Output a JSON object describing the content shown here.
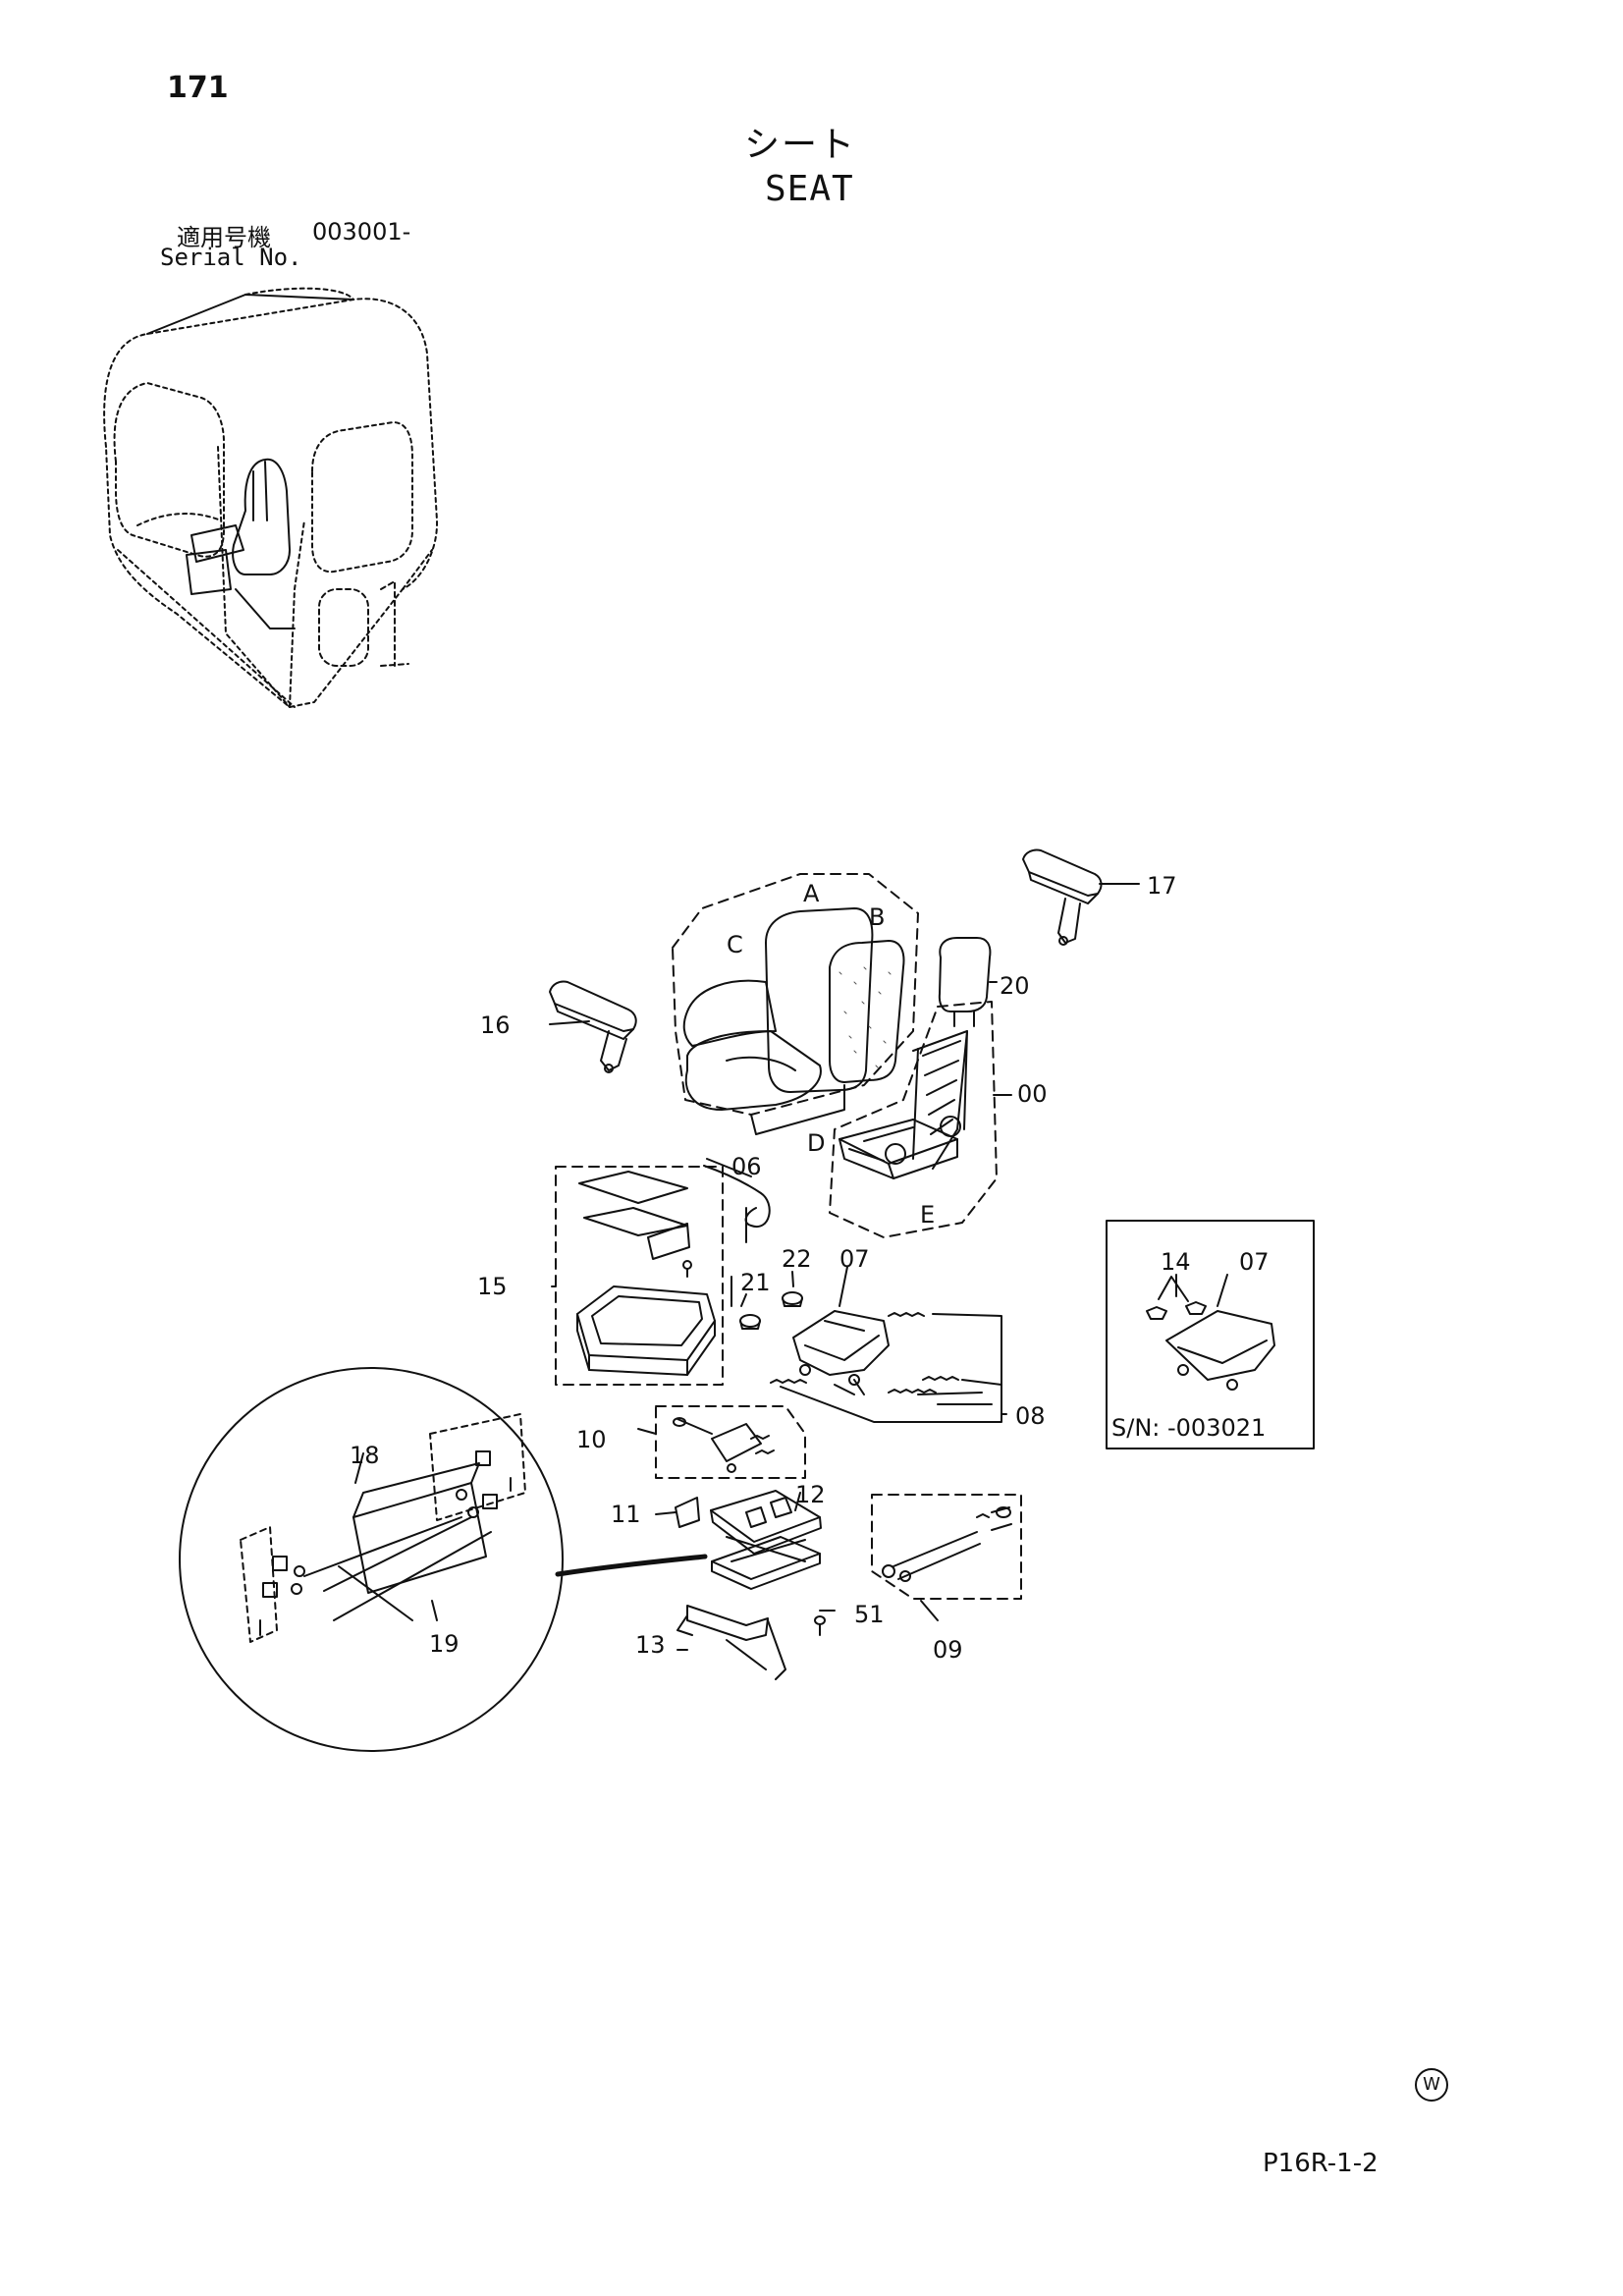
{
  "page": {
    "page_number": "171",
    "title_jp": "シート",
    "title_en": "SEAT",
    "serial_label_jp": "適用号機",
    "serial_value": "003001-",
    "serial_label_en": "Serial No.",
    "drawing_code": "P16R-1-2",
    "corner_mark": "W"
  },
  "callouts": {
    "p00": "00",
    "p06": "06",
    "p07": "07",
    "p08": "08",
    "p09": "09",
    "p10": "10",
    "p11": "11",
    "p12": "12",
    "p13": "13",
    "p15": "15",
    "p16": "16",
    "p17": "17",
    "p18": "18",
    "p19": "19",
    "p20": "20",
    "p21": "21",
    "p22": "22",
    "p51": "51",
    "A": "A",
    "B": "B",
    "C": "C",
    "D": "D",
    "E": "E"
  },
  "inset": {
    "part_a": "14",
    "part_b": "07",
    "serial_range": "S/N: -003021"
  }
}
